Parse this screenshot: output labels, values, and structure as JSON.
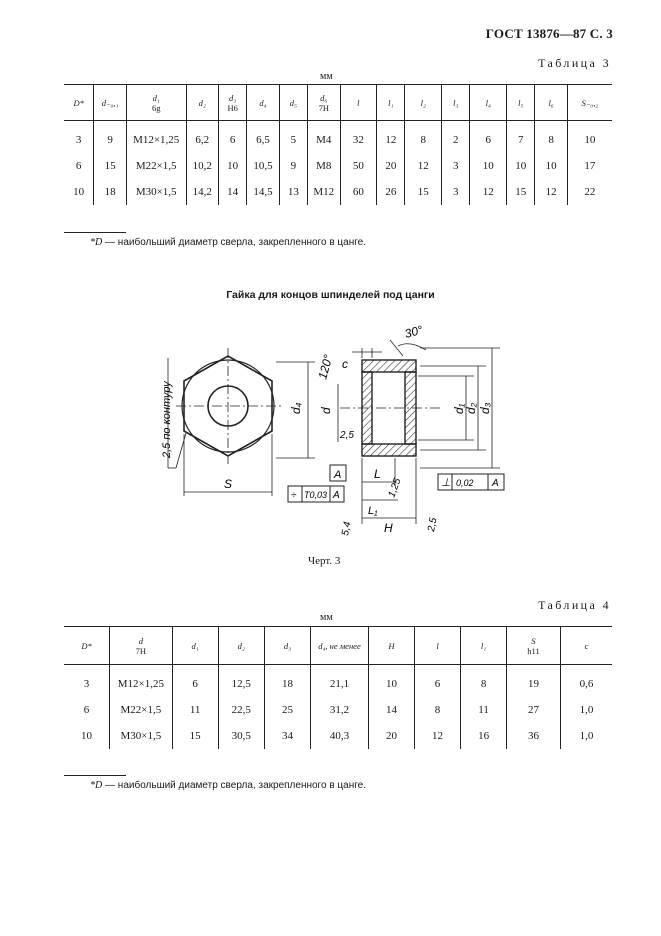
{
  "header": "ГОСТ 13876—87 С. 3",
  "table3": {
    "label": "Таблица 3",
    "unit": "мм",
    "columns": [
      {
        "name": "D*",
        "sub": ""
      },
      {
        "name": "d₋₀,₁",
        "sub": ""
      },
      {
        "name": "d₁",
        "sub": "6g"
      },
      {
        "name": "d₂",
        "sub": ""
      },
      {
        "name": "d₃",
        "sub": "H6"
      },
      {
        "name": "d₄",
        "sub": ""
      },
      {
        "name": "d₅",
        "sub": ""
      },
      {
        "name": "d₆",
        "sub": "7H"
      },
      {
        "name": "l",
        "sub": ""
      },
      {
        "name": "l₁",
        "sub": ""
      },
      {
        "name": "l₂",
        "sub": ""
      },
      {
        "name": "l₃",
        "sub": ""
      },
      {
        "name": "l₄",
        "sub": ""
      },
      {
        "name": "l₅",
        "sub": ""
      },
      {
        "name": "l₆",
        "sub": ""
      },
      {
        "name": "S₋₀,₂",
        "sub": ""
      }
    ],
    "rows": [
      [
        "3",
        "9",
        "M12×1,25",
        "6,2",
        "6",
        "6,5",
        "5",
        "M4",
        "32",
        "12",
        "8",
        "2",
        "6",
        "7",
        "8",
        "10"
      ],
      [
        "6",
        "15",
        "M22×1,5",
        "10,2",
        "10",
        "10,5",
        "9",
        "M8",
        "50",
        "20",
        "12",
        "3",
        "10",
        "10",
        "10",
        "17"
      ],
      [
        "10",
        "18",
        "M30×1,5",
        "14,2",
        "14",
        "14,5",
        "13",
        "M12",
        "60",
        "26",
        "15",
        "3",
        "12",
        "15",
        "12",
        "22"
      ]
    ],
    "footnote_symbol": "*D",
    "footnote_text": " — наибольший диаметр сверла, закрепленного в цанге."
  },
  "drawing": {
    "title": "Гайка для концов шпинделей под цанги",
    "caption": "Черт. 3",
    "labels": {
      "angle30": "30°",
      "angle120": "120°",
      "c": "c",
      "d": "d",
      "d1": "d₁",
      "d2": "d₂",
      "d3": "d₃",
      "d4": "d₄",
      "s": "S",
      "l": "L",
      "l1": "L₁",
      "h": "H",
      "r25_left": "2,5 по контуру",
      "r25_inner": "2,5",
      "r25_right": "2,5",
      "chamfer": "1,25",
      "r54": "5,4",
      "datum": "A",
      "tol_sym_value": "T0,03",
      "tol_sym_datum": "A",
      "tol_perp_value": "0,02",
      "tol_perp_datum": "A"
    }
  },
  "table4": {
    "label": "Таблица 4",
    "unit": "мм",
    "columns": [
      {
        "name": "D*",
        "sub": ""
      },
      {
        "name": "d",
        "sub": "7H"
      },
      {
        "name": "d₁",
        "sub": ""
      },
      {
        "name": "d₂",
        "sub": ""
      },
      {
        "name": "d₃",
        "sub": ""
      },
      {
        "name": "d₄, не менее",
        "sub": ""
      },
      {
        "name": "H",
        "sub": ""
      },
      {
        "name": "l",
        "sub": ""
      },
      {
        "name": "l₁",
        "sub": ""
      },
      {
        "name": "S",
        "sub": "h11"
      },
      {
        "name": "c",
        "sub": ""
      }
    ],
    "rows": [
      [
        "3",
        "M12×1,25",
        "6",
        "12,5",
        "18",
        "21,1",
        "10",
        "6",
        "8",
        "19",
        "0,6"
      ],
      [
        "6",
        "M22×1,5",
        "11",
        "22,5",
        "25",
        "31,2",
        "14",
        "8",
        "11",
        "27",
        "1,0"
      ],
      [
        "10",
        "M30×1,5",
        "15",
        "30,5",
        "34",
        "40,3",
        "20",
        "12",
        "16",
        "36",
        "1,0"
      ]
    ],
    "footnote_symbol": "*D",
    "footnote_text": " — наибольший диаметр сверла, закрепленного в цанге."
  }
}
